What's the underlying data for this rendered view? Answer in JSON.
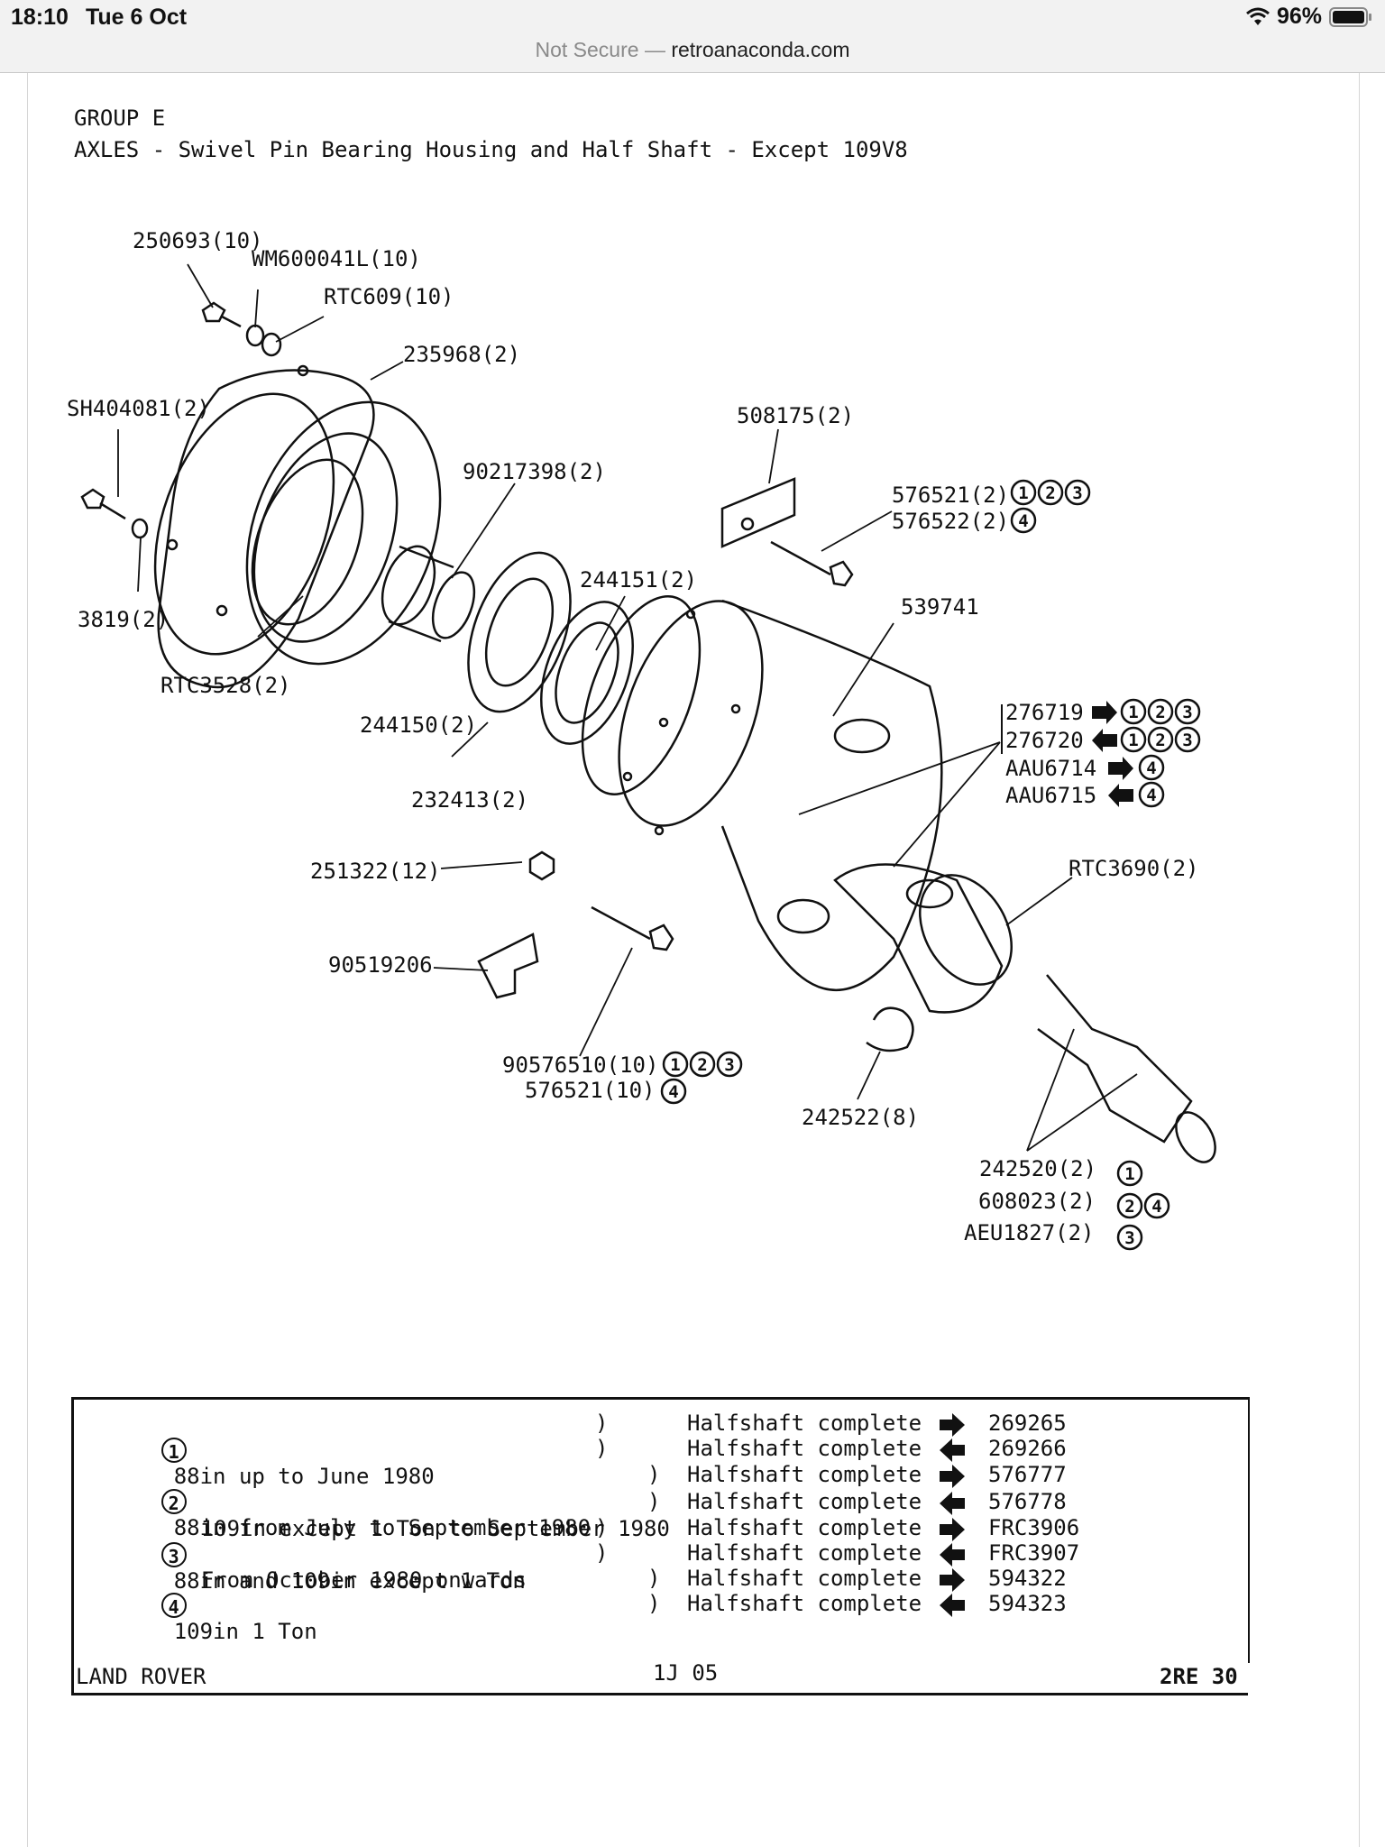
{
  "status_bar": {
    "time": "18:10",
    "date": "Tue 6 Oct",
    "battery": "96%"
  },
  "url_bar": {
    "security": "Not Secure",
    "separator": "—",
    "domain": "retroanaconda.com"
  },
  "document": {
    "group": "GROUP E",
    "title": "AXLES - Swivel Pin Bearing Housing and Half Shaft - Except 109V8",
    "callouts": {
      "c1": "250693(10)",
      "c2": "WM600041L(10)",
      "c3": "RTC609(10)",
      "c4": "235968(2)",
      "c5": "SH404081(2)",
      "c6": "508175(2)",
      "c7": "90217398(2)",
      "c8": "576521(2)",
      "c9": "576522(2)",
      "c10": "244151(2)",
      "c11": "3819(2)",
      "c12": "539741",
      "c13": "RTC3528(2)",
      "c14": "276719",
      "c15": "276720",
      "c16": "AAU6714",
      "c17": "AAU6715",
      "c18": "244150(2)",
      "c19": "232413(2)",
      "c20": "251322(12)",
      "c21": "RTC3690(2)",
      "c22": "90519206",
      "c23": "90576510(10)",
      "c24": "576521(10)",
      "c25": "242522(8)",
      "c26": "242520(2)",
      "c27": "608023(2)",
      "c28": "AEU1827(2)"
    },
    "markers": {
      "m1": "1",
      "m2": "2",
      "m3": "3",
      "m4": "4"
    },
    "notes": [
      {
        "marker": "1",
        "text": "88in up to June 1980"
      },
      {
        "marker": "2",
        "text": "88in from July to September 1980"
      },
      {
        "marker": "",
        "text": "109in except 1 Ton to September 1980"
      },
      {
        "marker": "3",
        "text": "88in and 109in except 1 Ton"
      },
      {
        "marker": "",
        "text": "From October 1980 onwards"
      },
      {
        "marker": "4",
        "text": "109in 1 Ton"
      }
    ],
    "halfshafts": [
      {
        "label": "Halfshaft complete",
        "side": "RH",
        "part": "269265"
      },
      {
        "label": "Halfshaft complete",
        "side": "LH",
        "part": "269266"
      },
      {
        "label": "Halfshaft complete",
        "side": "RH",
        "part": "576777"
      },
      {
        "label": "Halfshaft complete",
        "side": "LH",
        "part": "576778"
      },
      {
        "label": "Halfshaft complete",
        "side": "RH",
        "part": "FRC3906"
      },
      {
        "label": "Halfshaft complete",
        "side": "LH",
        "part": "FRC3907"
      },
      {
        "label": "Halfshaft complete",
        "side": "RH",
        "part": "594322"
      },
      {
        "label": "Halfshaft complete",
        "side": "LH",
        "part": "594323"
      }
    ],
    "footer": {
      "left": "LAND ROVER",
      "center": "1J 05",
      "right": "2RE 30"
    }
  }
}
